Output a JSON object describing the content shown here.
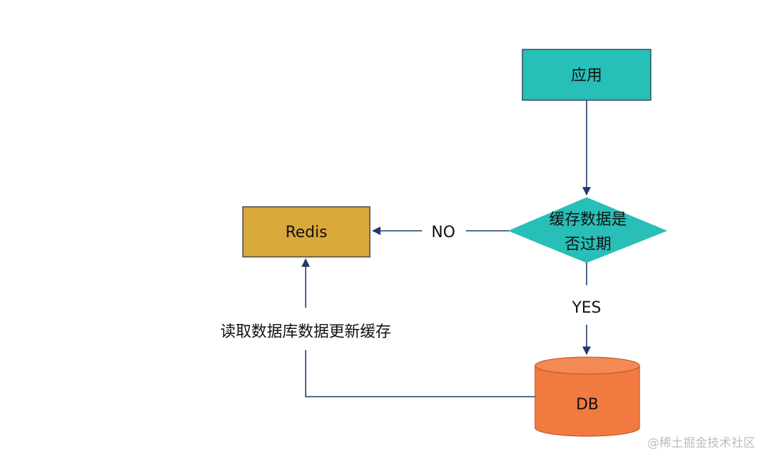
{
  "nodes": {
    "app": {
      "label": "应用",
      "fill": "#27bfb7",
      "stroke": "#23343f"
    },
    "decision": {
      "line1": "缓存数据是",
      "line2": "否过期",
      "fill": "#27bfb7"
    },
    "redis": {
      "label": "Redis",
      "fill": "#d9a83a",
      "stroke": "#1f2a33"
    },
    "db": {
      "label": "DB",
      "fill": "#f07a40",
      "stroke": "#c65a2a"
    }
  },
  "edges": {
    "no_label": "NO",
    "yes_label": "YES",
    "update_label": "读取数据库数据更新缓存",
    "line_color": "#1f3a6b"
  },
  "watermark": "@稀土掘金技术社区"
}
